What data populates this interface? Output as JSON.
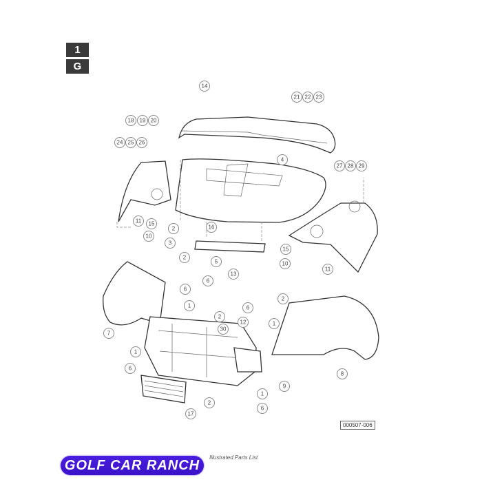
{
  "tabs": [
    "1",
    "G"
  ],
  "figure_id": "000507-006",
  "caption": "Illustrated Parts List",
  "logo_text": "GOLF CAR RANCH",
  "logo_color": "#4b1ee0",
  "callouts": [
    "14",
    "21",
    "22",
    "23",
    "18",
    "19",
    "20",
    "24",
    "25",
    "26",
    "4",
    "27",
    "28",
    "29",
    "16",
    "11",
    "15",
    "10",
    "2",
    "3",
    "5",
    "2",
    "13",
    "6",
    "6",
    "15",
    "10",
    "11",
    "2",
    "1",
    "6",
    "1",
    "2",
    "12",
    "30",
    "7",
    "1",
    "6",
    "9",
    "8",
    "2",
    "17",
    "1",
    "6"
  ]
}
